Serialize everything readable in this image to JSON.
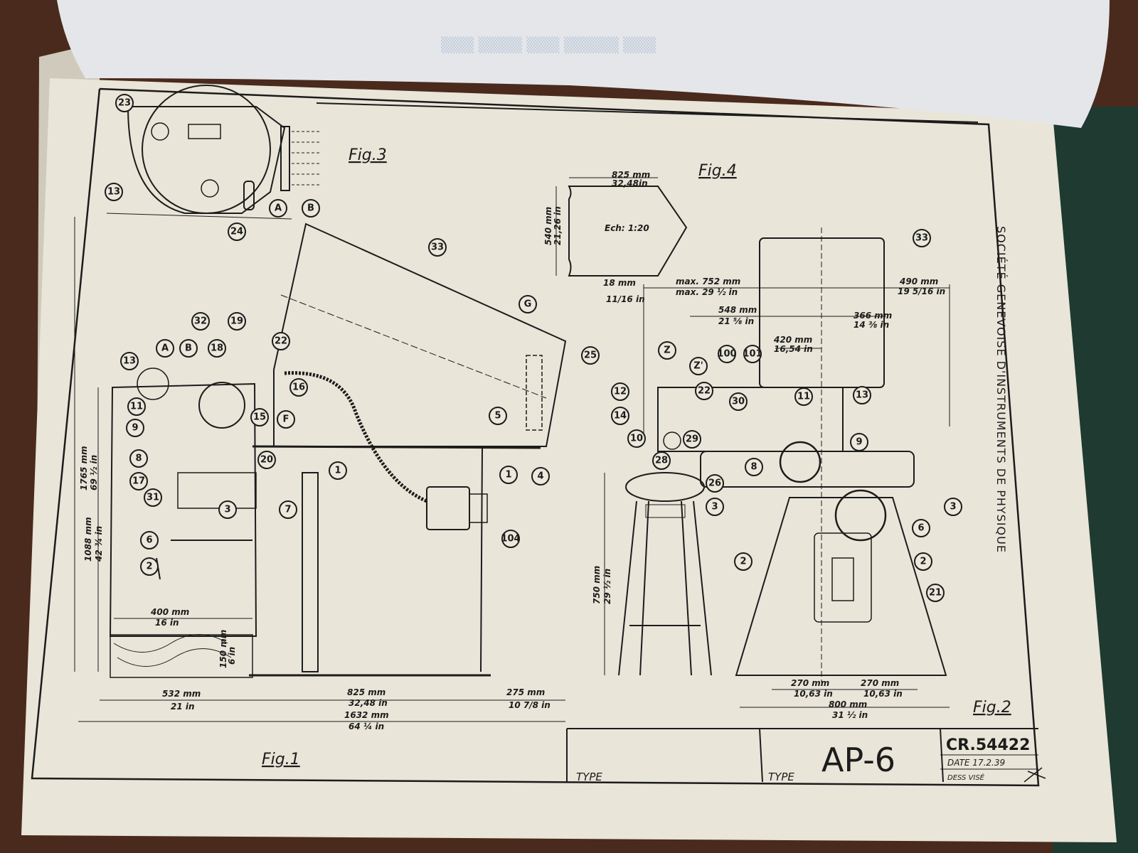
{
  "company": "SOCIÉTÉ GENEVOISE D'INSTRUMENTS DE PHYSIQUE",
  "title_block": {
    "type_label_1": "TYPE",
    "type_label_2": "TYPE",
    "model": "AP-6",
    "drawing_number": "CR.54422",
    "date": "DATE 17.2.39",
    "dess_vise": "DESS        VISÉ"
  },
  "figures": {
    "fig1": "Fig.1",
    "fig2": "Fig.2",
    "fig3": "Fig.3",
    "fig4": "Fig.4"
  },
  "fig4": {
    "scale": "Ech: 1:20",
    "width_mm": "825 mm",
    "width_in": "32,48in",
    "height_mm": "540 mm",
    "height_in": "21,26 in",
    "hole_mm": "18 mm",
    "hole_in": "11/16 in"
  },
  "fig1_dims": {
    "d400_mm": "400 mm",
    "d400_in": "16 in",
    "d532_mm": "532 mm",
    "d532_in": "21 in",
    "d825_mm": "825 mm",
    "d825_in": "32,48 in",
    "d1632_mm": "1632 mm",
    "d1632_in": "64 ¼ in",
    "d275_mm": "275 mm",
    "d275_in": "10 7/8 in",
    "d1765_mm": "1765 mm",
    "d1765_in": "69 ½ in",
    "d1088_mm": "1088 mm",
    "d1088_in": "42 ¾ in",
    "d150_mm": "150 mm",
    "d150_in": "6 in"
  },
  "fig2_dims": {
    "max752_mm": "max. 752 mm",
    "max752_in": "max. 29 ½ in",
    "d548_mm": "548 mm",
    "d548_in": "21 ⅝ in",
    "d490_mm": "490 mm",
    "d490_in": "19 5/16 in",
    "d420_mm": "420 mm",
    "d420_in": "16,54 in",
    "d366_mm": "366 mm",
    "d366_in": "14 ⅜ in",
    "d750_mm": "750 mm",
    "d750_in": "29 ½ in",
    "d270a_mm": "270 mm",
    "d270a_in": "10,63 in",
    "d270b_mm": "270 mm",
    "d270b_in": "10,63 in",
    "d800_mm": "800 mm",
    "d800_in": "31 ½ in"
  },
  "balloons": {
    "fig1": [
      "13",
      "A",
      "B",
      "18",
      "32",
      "19",
      "22",
      "11",
      "16",
      "15",
      "F",
      "9",
      "8",
      "17",
      "31",
      "3",
      "20",
      "7",
      "6",
      "2",
      "33",
      "G",
      "25",
      "5",
      "1",
      "1",
      "4",
      "104"
    ],
    "fig2": [
      "Z",
      "Z'",
      "100",
      "101",
      "12",
      "22",
      "14",
      "30",
      "10",
      "29",
      "28",
      "26",
      "8",
      "3",
      "11",
      "13",
      "9",
      "33",
      "3",
      "6",
      "2",
      "2",
      "21"
    ],
    "fig3": [
      "23",
      "13",
      "24",
      "A",
      "B"
    ]
  }
}
